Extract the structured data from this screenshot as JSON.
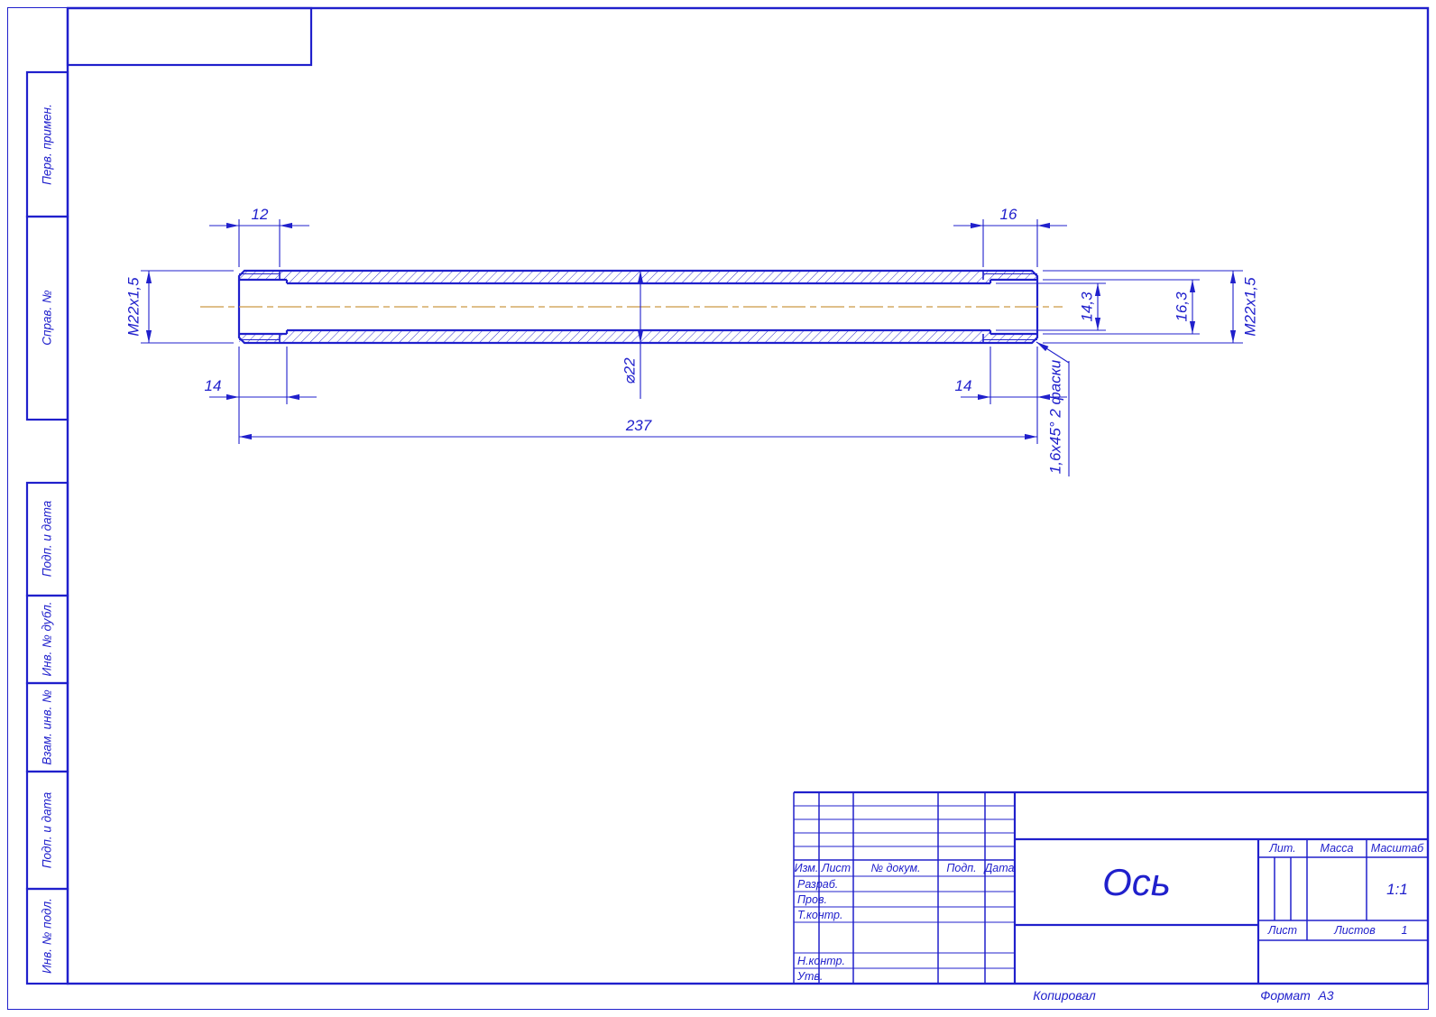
{
  "colors": {
    "line": "#2020cc",
    "centerline": "#cc9944"
  },
  "side_labels": {
    "perv_primen": "Перв. примен.",
    "sprav_no": "Справ. №",
    "podp_i_data_top": "Подп. и дата",
    "inv_no_dubl": "Инв. № дубл.",
    "vzam_inv_no": "Взам. инв. №",
    "podp_i_data_bottom": "Подп. и дата",
    "inv_no_podl": "Инв. № подл."
  },
  "dimensions": {
    "thread_len_left": "12",
    "thread_len_right": "16",
    "thread_left": "М22х1,5",
    "thread_right": "М22х1,5",
    "relief_left": "14",
    "relief_right": "14",
    "outer_dia": "⌀22",
    "total_len": "237",
    "bore_dia": "14,3",
    "cbore_dia": "16,3",
    "chamfer_note": "1,6х45° 2 фаски"
  },
  "title_block": {
    "col_izm": "Изм.",
    "col_list": "Лист",
    "col_doc": "№ докум.",
    "col_podp": "Подп.",
    "col_data": "Дата",
    "row_razrab": "Разраб.",
    "row_prov": "Пров.",
    "row_tkontr": "Т.контр.",
    "row_nkontr": "Н.контр.",
    "row_utv": "Утв.",
    "part_name": "Ось",
    "lit_label": "Лит.",
    "mass_label": "Масса",
    "scale_label": "Масштаб",
    "scale_value": "1:1",
    "sheet_label": "Лист",
    "sheets_label": "Листов",
    "sheets_value": "1"
  },
  "footer": {
    "copied": "Копировал",
    "format_label": "Формат",
    "format_value": "А3"
  }
}
